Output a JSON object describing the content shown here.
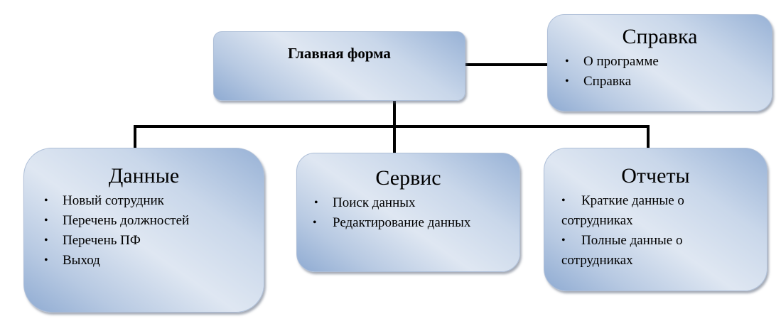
{
  "main": {
    "title": "Главная форма"
  },
  "help": {
    "title": "Справка",
    "items": [
      "О программе",
      "Справка"
    ]
  },
  "data": {
    "title": "Данные",
    "items": [
      "Новый сотрудник",
      "Перечень должностей",
      "Перечень ПФ",
      "Выход"
    ]
  },
  "service": {
    "title": "Сервис",
    "items": [
      "Поиск данных",
      "Редактирование данных"
    ]
  },
  "reports": {
    "title": "Отчеты",
    "items": [
      "Краткие данные о сотрудниках",
      "Полные данные о сотрудниках"
    ]
  }
}
